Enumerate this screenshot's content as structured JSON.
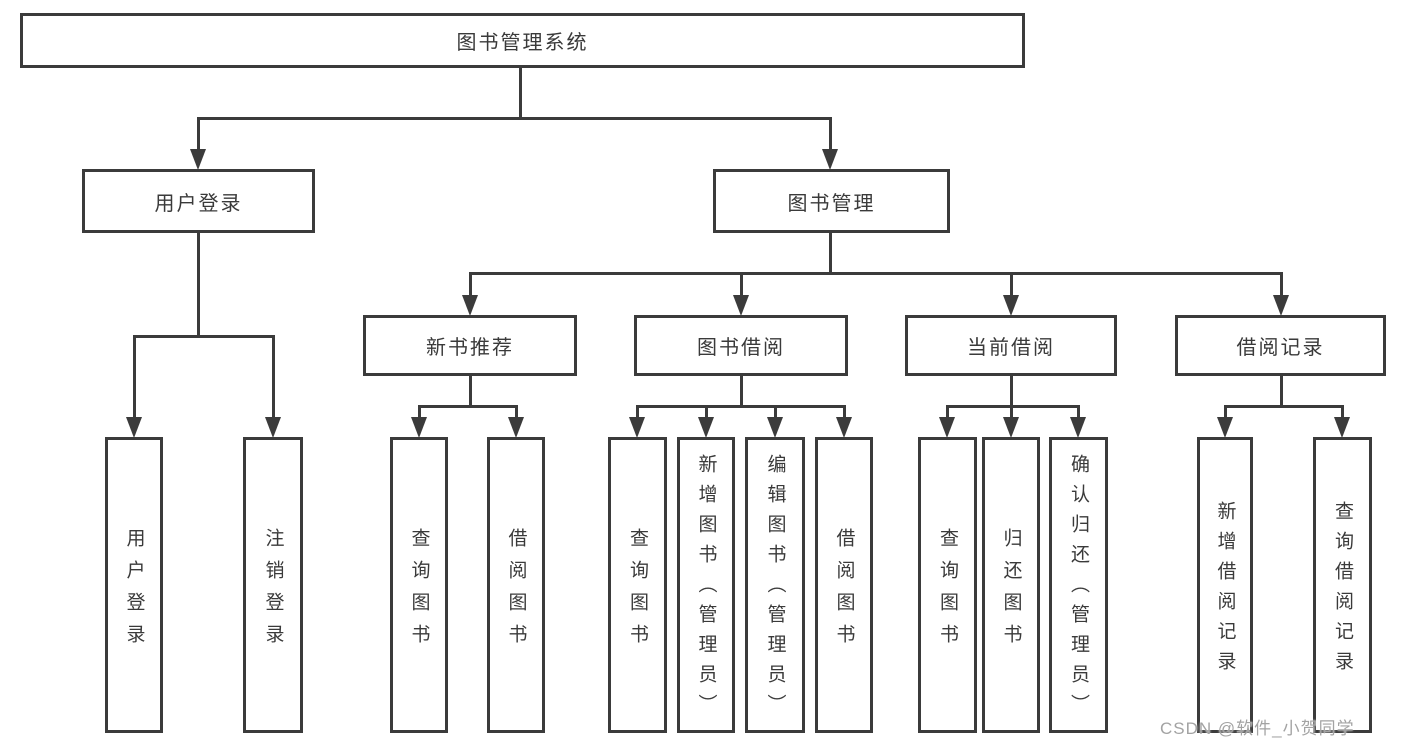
{
  "colors": {
    "line": "#3b3b3b",
    "text": "#3a3a3a",
    "watermark_text": "#a3a3a3",
    "background": "#ffffff"
  },
  "watermark": {
    "text": "CSDN @软件_小贺同学"
  },
  "diagram": {
    "type": "hierarchy-tree",
    "root": {
      "label": "图书管理系统"
    },
    "level2": [
      {
        "label": "用户登录",
        "parent": "图书管理系统"
      },
      {
        "label": "图书管理",
        "parent": "图书管理系统"
      }
    ],
    "level3": [
      {
        "label": "新书推荐",
        "parent": "图书管理"
      },
      {
        "label": "图书借阅",
        "parent": "图书管理"
      },
      {
        "label": "当前借阅",
        "parent": "图书管理"
      },
      {
        "label": "借阅记录",
        "parent": "图书管理"
      }
    ],
    "leaves": [
      {
        "label": "用户登录",
        "parent": "用户登录"
      },
      {
        "label": "注销登录",
        "parent": "用户登录"
      },
      {
        "label": "查询图书",
        "parent": "新书推荐"
      },
      {
        "label": "借阅图书",
        "parent": "新书推荐"
      },
      {
        "label": "查询图书",
        "parent": "图书借阅"
      },
      {
        "label": "新增图书（管理员）",
        "parent": "图书借阅"
      },
      {
        "label": "编辑图书（管理员）",
        "parent": "图书借阅"
      },
      {
        "label": "借阅图书",
        "parent": "图书借阅"
      },
      {
        "label": "查询图书",
        "parent": "当前借阅"
      },
      {
        "label": "归还图书",
        "parent": "当前借阅"
      },
      {
        "label": "确认归还（管理员）",
        "parent": "当前借阅"
      },
      {
        "label": "新增借阅记录",
        "parent": "借阅记录"
      },
      {
        "label": "查询借阅记录",
        "parent": "借阅记录"
      }
    ]
  }
}
